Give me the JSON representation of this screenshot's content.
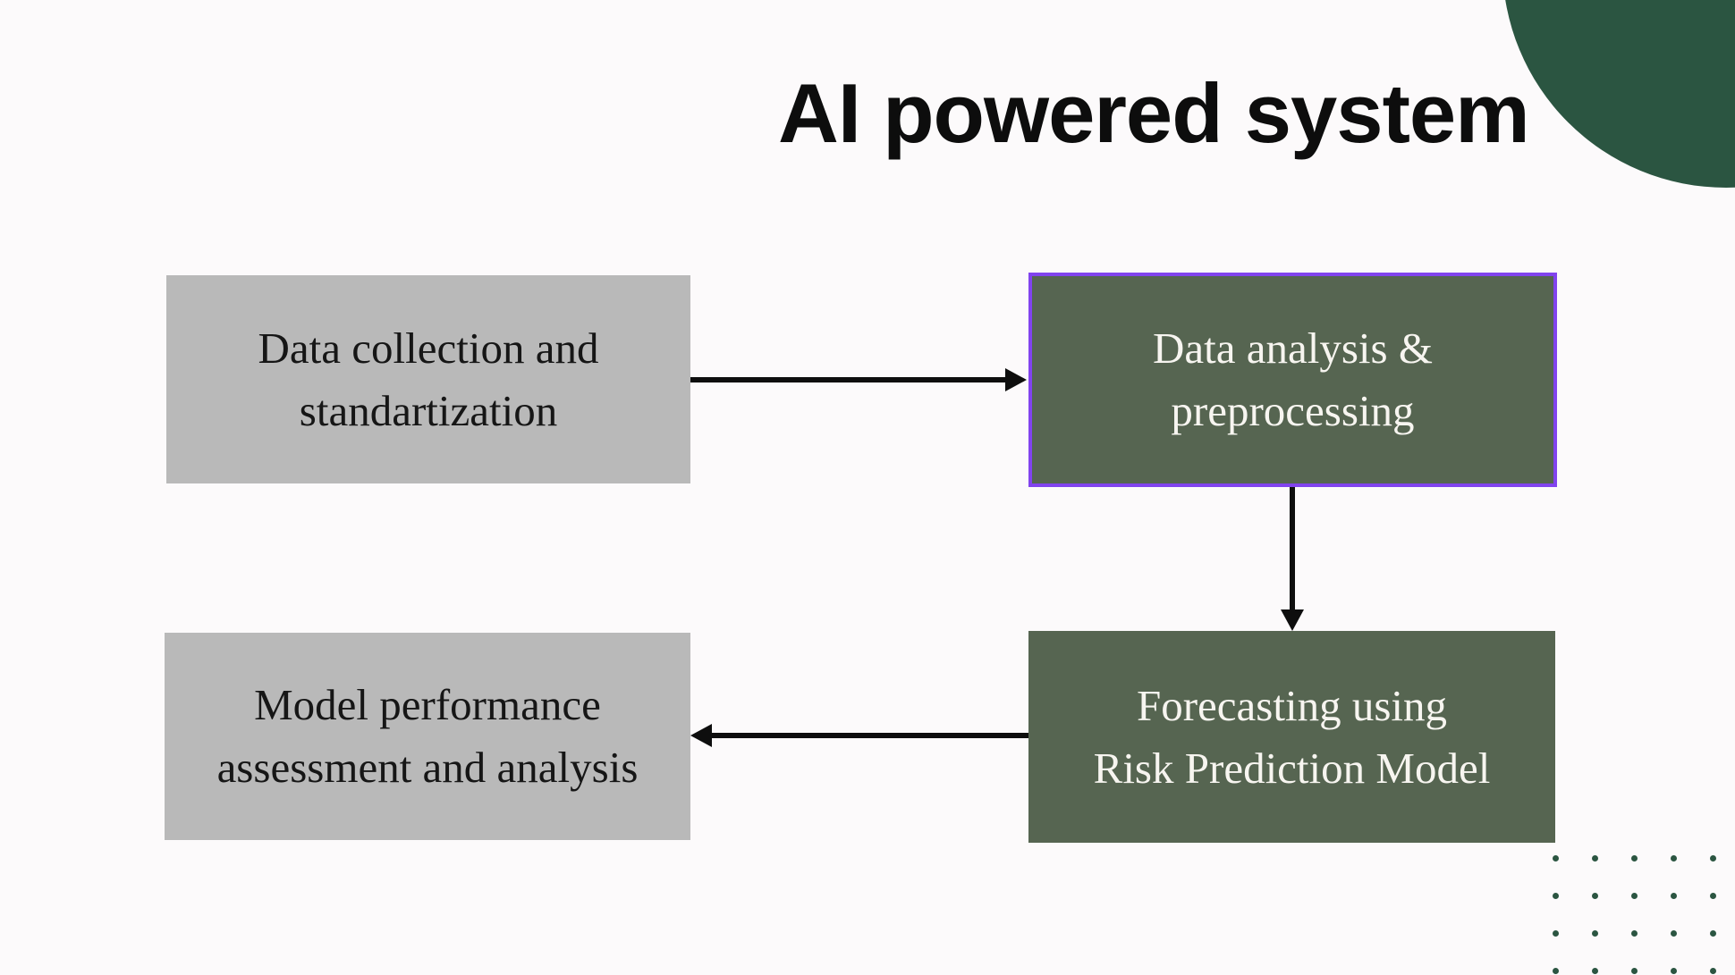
{
  "slide": {
    "title": "AI powered system",
    "background_color": "#FCFAFB",
    "title_color": "#0D0D0D"
  },
  "flowchart": {
    "nodes": [
      {
        "id": "collect",
        "label": "Data collection and\nstandartization",
        "variant": "gray",
        "selected": false
      },
      {
        "id": "analysis",
        "label": "Data analysis &\npreprocessing",
        "variant": "green",
        "selected": true
      },
      {
        "id": "forecast",
        "label": "Forecasting using\nRisk Prediction Model",
        "variant": "green",
        "selected": false
      },
      {
        "id": "assess",
        "label": "Model performance\nassessment and analysis",
        "variant": "gray",
        "selected": false
      }
    ],
    "connectors": [
      {
        "from": "collect",
        "to": "analysis",
        "direction": "right"
      },
      {
        "from": "analysis",
        "to": "forecast",
        "direction": "down"
      },
      {
        "from": "forecast",
        "to": "assess",
        "direction": "left"
      }
    ],
    "colors": {
      "gray_fill": "#B9B9B9",
      "green_fill": "#566551",
      "selection_border": "#8143EE",
      "arrow": "#0E0E0E",
      "text_dark": "#161616",
      "text_light": "#F7F5F0"
    }
  },
  "decor": {
    "corner_circle_color": "#2B5541",
    "dot_grid": {
      "rows": 4,
      "cols": 5,
      "color": "#2B5541",
      "col_spacing": 44,
      "row_spacing": 42
    }
  }
}
